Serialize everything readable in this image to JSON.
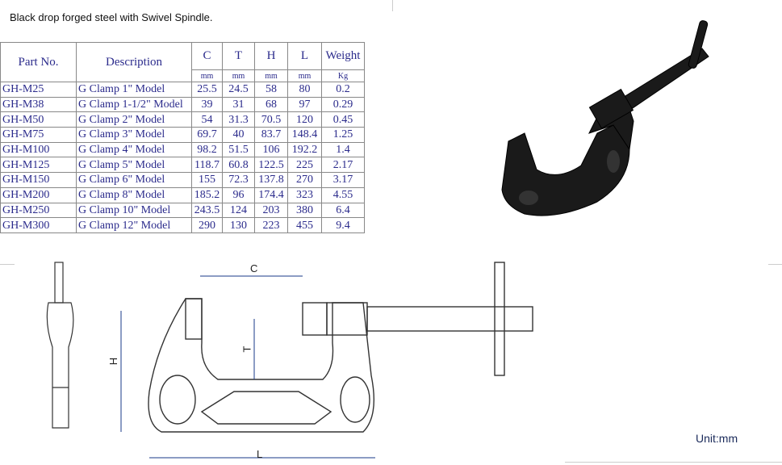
{
  "caption": "Black drop forged steel with Swivel Spindle.",
  "table": {
    "headers": [
      "Part No.",
      "Description",
      "C",
      "T",
      "H",
      "L",
      "Weight"
    ],
    "units": [
      "mm",
      "mm",
      "mm",
      "mm",
      "Kg"
    ],
    "rows": [
      [
        "GH-M25",
        "G Clamp 1\" Model",
        "25.5",
        "24.5",
        "58",
        "80",
        "0.2"
      ],
      [
        "GH-M38",
        "G Clamp 1-1/2\" Model",
        "39",
        "31",
        "68",
        "97",
        "0.29"
      ],
      [
        "GH-M50",
        "G Clamp 2\" Model",
        "54",
        "31.3",
        "70.5",
        "120",
        "0.45"
      ],
      [
        "GH-M75",
        "G Clamp 3\" Model",
        "69.7",
        "40",
        "83.7",
        "148.4",
        "1.25"
      ],
      [
        "GH-M100",
        "G Clamp 4\" Model",
        "98.2",
        "51.5",
        "106",
        "192.2",
        "1.4"
      ],
      [
        "GH-M125",
        "G Clamp 5\" Model",
        "118.7",
        "60.8",
        "122.5",
        "225",
        "2.17"
      ],
      [
        "GH-M150",
        "G Clamp 6\" Model",
        "155",
        "72.3",
        "137.8",
        "270",
        "3.17"
      ],
      [
        "GH-M200",
        "G Clamp 8\" Model",
        "185.2",
        "96",
        "174.4",
        "323",
        "4.55"
      ],
      [
        "GH-M250",
        "G Clamp 10\" Model",
        "243.5",
        "124",
        "203",
        "380",
        "6.4"
      ],
      [
        "GH-M300",
        "G Clamp 12\" Model",
        "290",
        "130",
        "223",
        "455",
        "9.4"
      ]
    ]
  },
  "drawing": {
    "dim_c": "C",
    "dim_t": "T",
    "dim_h": "H",
    "dim_l": "L"
  },
  "unit_label": "Unit:mm"
}
